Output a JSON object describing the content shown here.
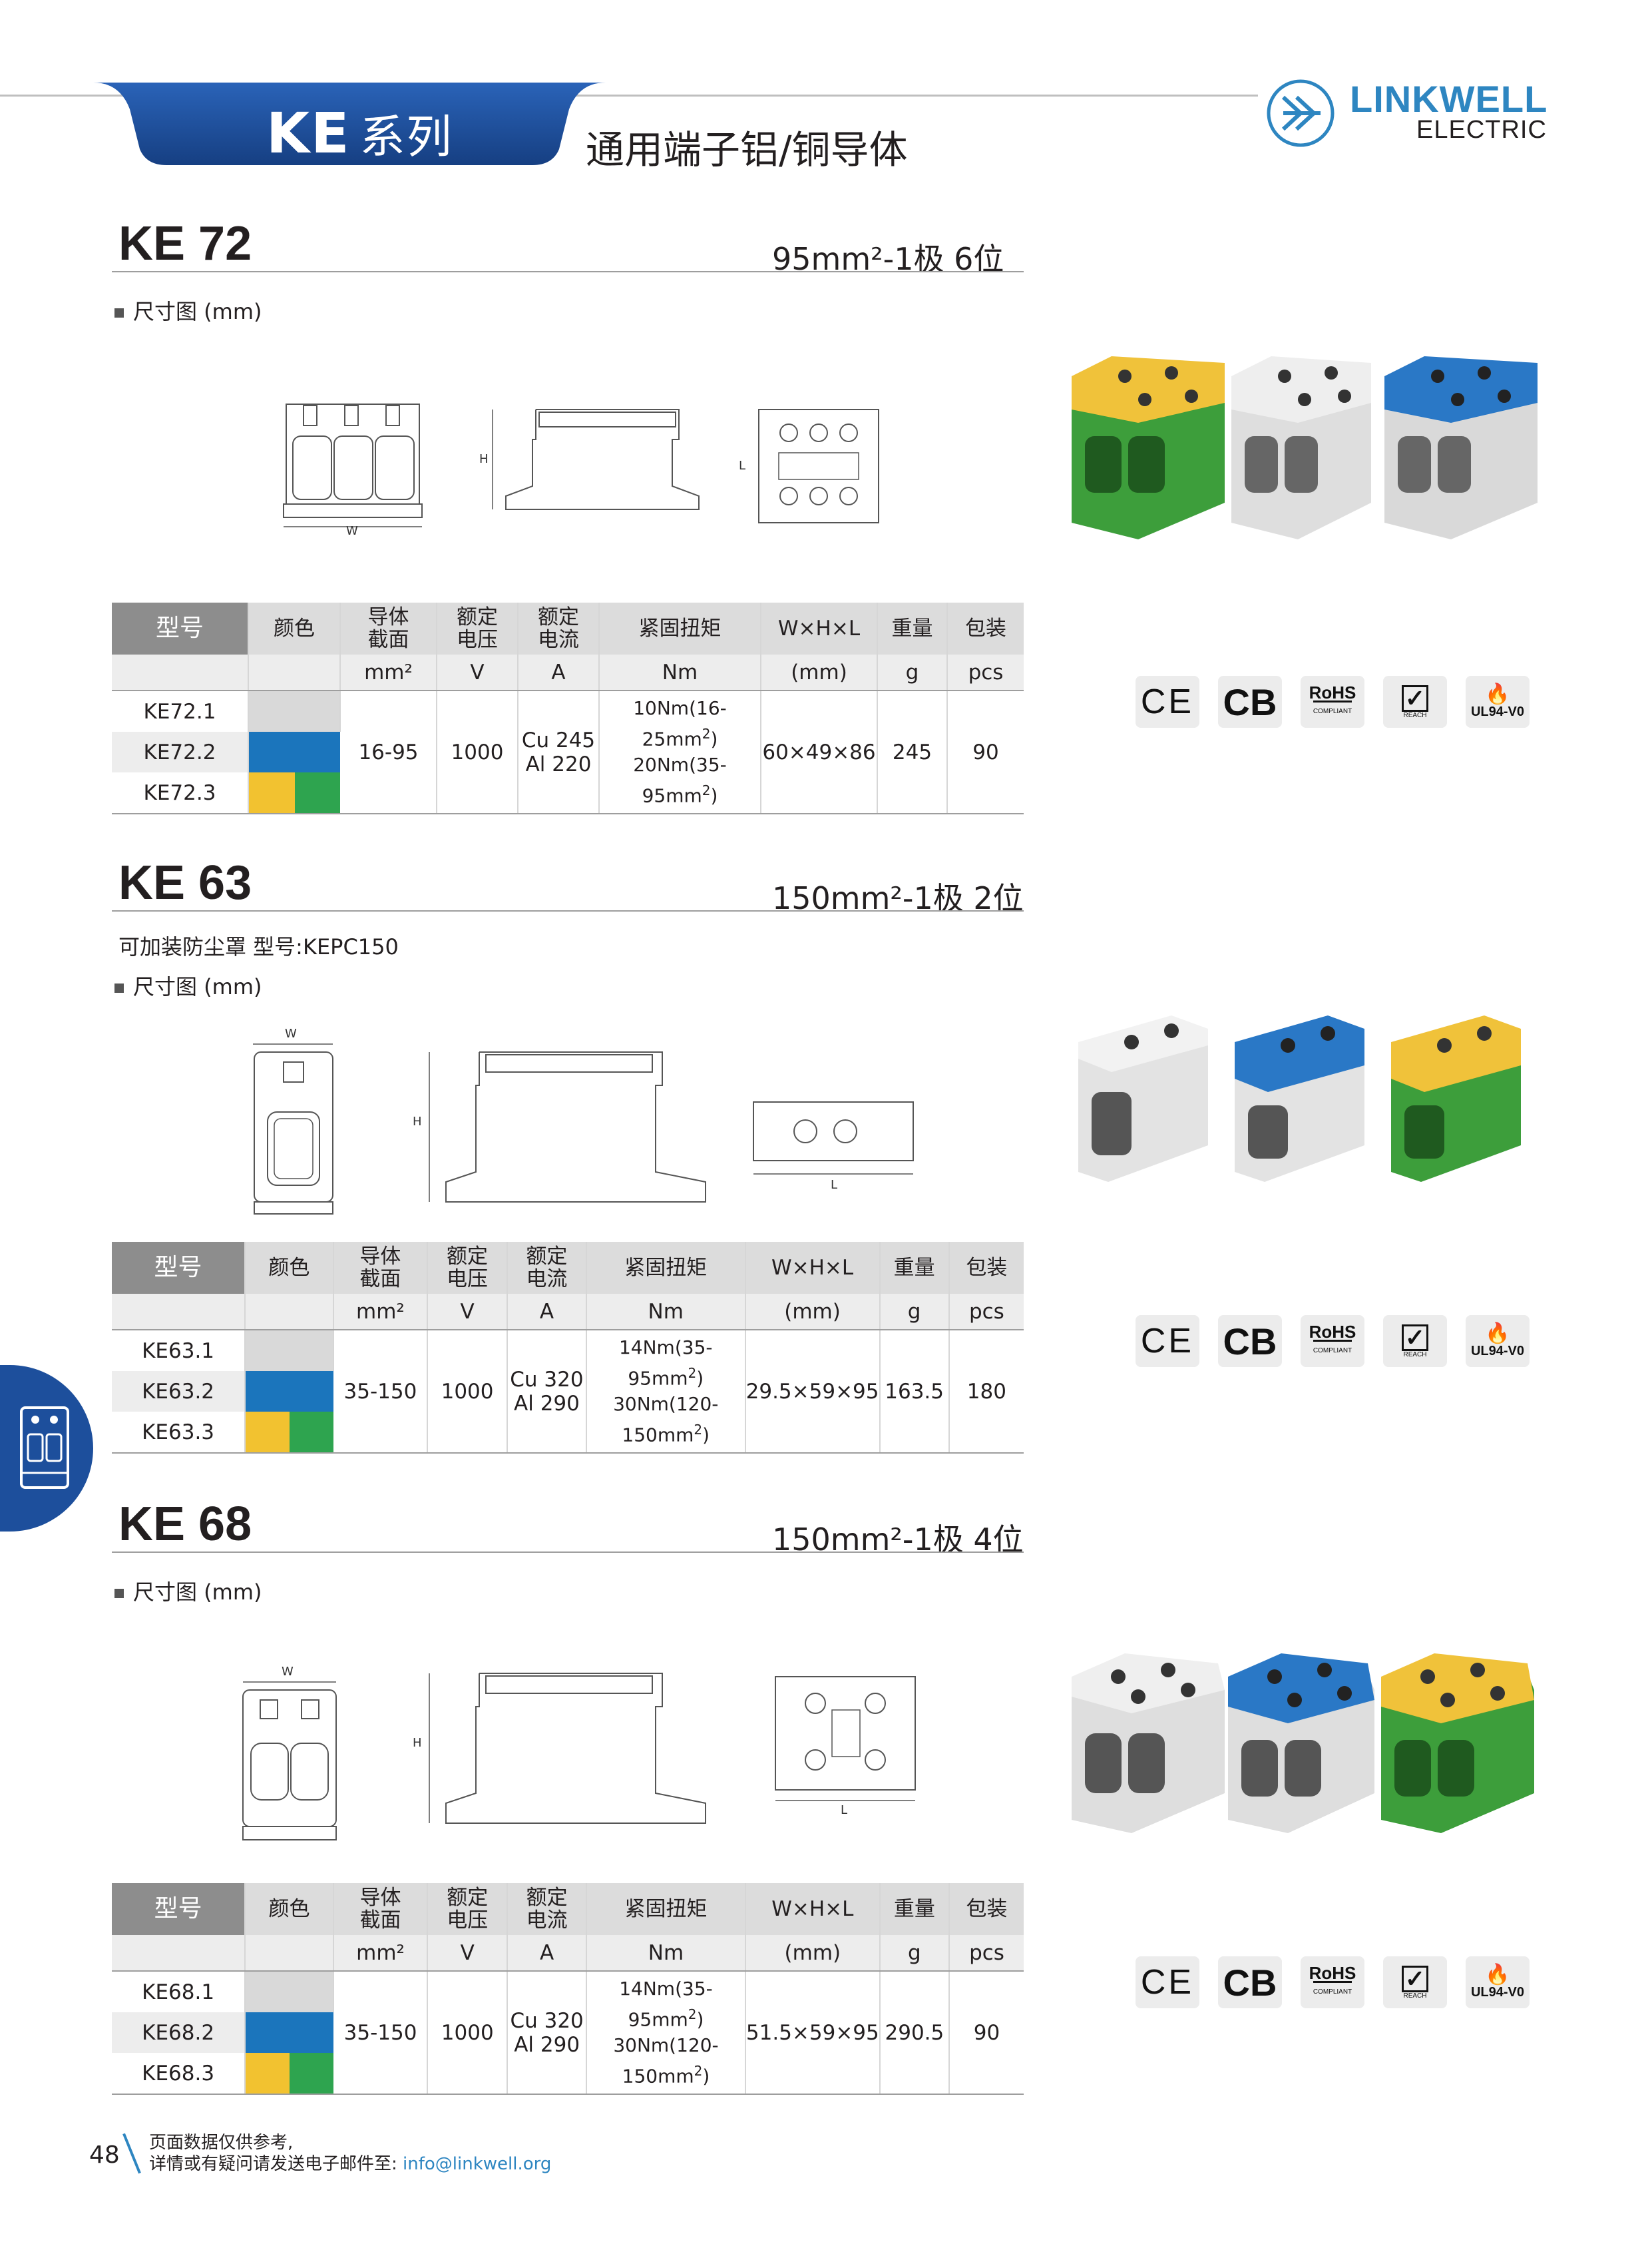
{
  "header": {
    "series_code": "KE",
    "series_suffix": "系列",
    "subtitle": "通用端子铝/铜导体",
    "logo_name": "LINKWELL",
    "logo_sub": "ELECTRIC",
    "accent_color": "#1d4f9c"
  },
  "table_headers": {
    "model": "型号",
    "color": "颜色",
    "conductor_1": "导体",
    "conductor_2": "截面",
    "voltage_1": "额定",
    "voltage_2": "电压",
    "current_1": "额定",
    "current_2": "电流",
    "torque": "紧固扭矩",
    "dims": "W×H×L",
    "weight": "重量",
    "pack": "包装"
  },
  "table_units": {
    "conductor": "mm²",
    "voltage": "V",
    "current": "A",
    "torque": "Nm",
    "dims": "(mm)",
    "weight": "g",
    "pack": "pcs"
  },
  "dim_label": "尺寸图 (mm)",
  "dim_letters": {
    "w": "W",
    "h": "H",
    "l": "L"
  },
  "certifications": [
    "CE",
    "CB",
    "RoHS",
    "REACH",
    "UL94-V0"
  ],
  "cert_text": {
    "ce": "CE",
    "cb": "CB",
    "rohs": "RoHS",
    "rohs_sub": "COMPLIANT",
    "reach": "REACH",
    "ul": "UL94-V0"
  },
  "colors": {
    "grey": "#d9d9d9",
    "blue": "#1b75bc",
    "yellow": "#f2c230",
    "green": "#2ea44f"
  },
  "sections": [
    {
      "title": "KE 72",
      "spec": "95mm²-1极 6位",
      "note": "",
      "rows": [
        "KE72.1",
        "KE72.2",
        "KE72.3"
      ],
      "conductor": "16-95",
      "voltage": "1000",
      "current_cu": "Cu 245",
      "current_al": "Al 220",
      "torque_1": "10Nm(16-25mm",
      "torque_2": "20Nm(35-95mm",
      "dims": "60×49×86",
      "weight": "245",
      "pack": "90"
    },
    {
      "title": "KE 63",
      "spec": "150mm²-1极 2位",
      "note": "可加装防尘罩  型号:KEPC150",
      "rows": [
        "KE63.1",
        "KE63.2",
        "KE63.3"
      ],
      "conductor": "35-150",
      "voltage": "1000",
      "current_cu": "Cu 320",
      "current_al": "Al 290",
      "torque_1": "14Nm(35-95mm",
      "torque_2": "30Nm(120-150mm",
      "dims": "29.5×59×95",
      "weight": "163.5",
      "pack": "180"
    },
    {
      "title": "KE 68",
      "spec": "150mm²-1极 4位",
      "note": "",
      "rows": [
        "KE68.1",
        "KE68.2",
        "KE68.3"
      ],
      "conductor": "35-150",
      "voltage": "1000",
      "current_cu": "Cu 320",
      "current_al": "Al 290",
      "torque_1": "14Nm(35-95mm",
      "torque_2": "30Nm(120-150mm",
      "dims": "51.5×59×95",
      "weight": "290.5",
      "pack": "90"
    }
  ],
  "footer": {
    "page": "48",
    "line1": "页面数据仅供参考,",
    "line2": "详情或有疑问请发送电子邮件至: ",
    "email": "info@linkwell.org"
  }
}
